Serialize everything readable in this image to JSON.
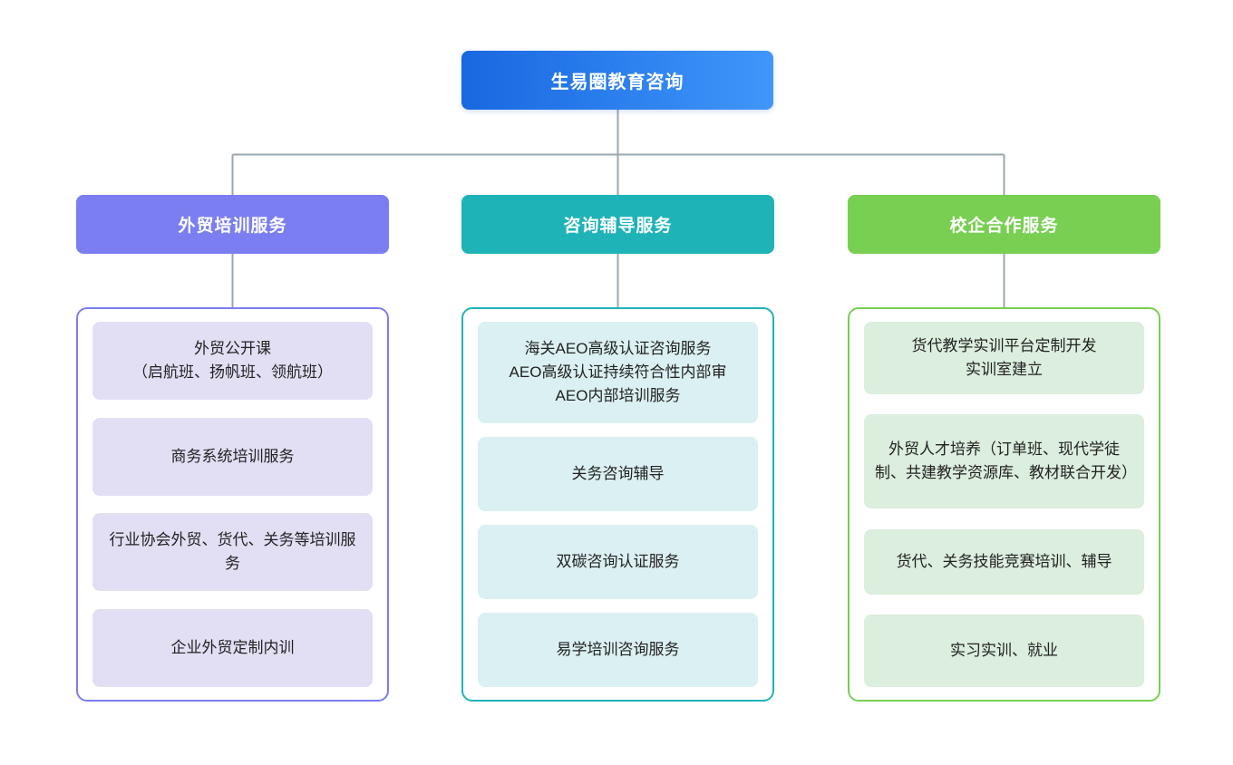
{
  "diagram": {
    "type": "organization-chart",
    "orientation": "top-down",
    "connector_color": "#9aa7b0",
    "background": "#ffffff",
    "root": {
      "label": "生易圈教育咨询",
      "gradient_from": "#1868e0",
      "gradient_to": "#4096fb",
      "text_color": "#ffffff"
    },
    "branches": [
      {
        "label": "外贸培训服务",
        "accent": "#7b7ef0",
        "item_fill": "#e2dff5",
        "items": [
          "外贸公开课\n（启航班、扬帆班、领航班）",
          "商务系统培训服务",
          "行业协会外贸、货代、关务等培训服务",
          "企业外贸定制内训"
        ]
      },
      {
        "label": "咨询辅导服务",
        "accent": "#1eb3b7",
        "item_fill": "#dbf0f2",
        "items": [
          "海关AEO高级认证咨询服务\nAEO高级认证持续符合性内部审\nAEO内部培训服务",
          "关务咨询辅导",
          "双碳咨询认证服务",
          "易学培训咨询服务"
        ]
      },
      {
        "label": "校企合作服务",
        "accent": "#78cf52",
        "item_fill": "#dceedd",
        "items": [
          "货代教学实训平台定制开发\n实训室建立",
          "外贸人才培养（订单班、现代学徒制、共建教学资源库、教材联合开发）",
          "货代、关务技能竞赛培训、辅导",
          "实习实训、就业"
        ]
      }
    ]
  }
}
